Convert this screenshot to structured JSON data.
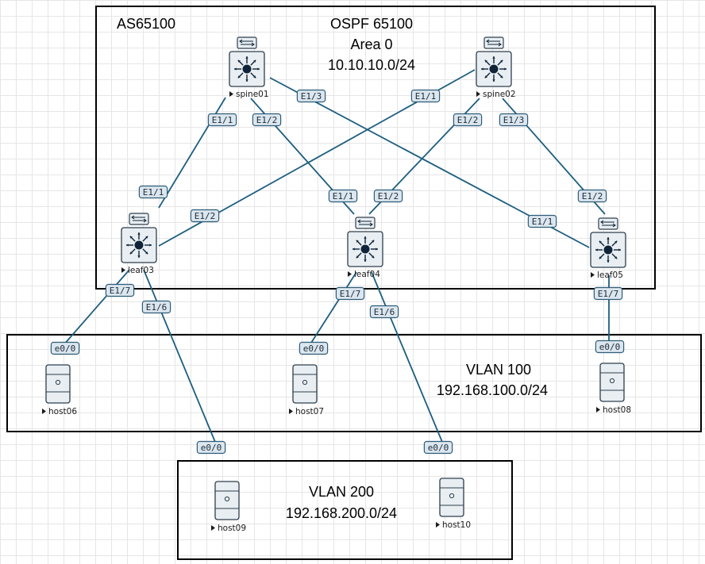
{
  "regions": {
    "top": {
      "asn": "AS65100",
      "ospf": "OSPF 65100",
      "area": "Area 0",
      "subnet": "10.10.10.0/24"
    },
    "vlan100": {
      "name": "VLAN 100",
      "subnet": "192.168.100.0/24"
    },
    "vlan200": {
      "name": "VLAN 200",
      "subnet": "192.168.200.0/24"
    }
  },
  "devices": {
    "spine01": "spine01",
    "spine02": "spine02",
    "leaf03": "leaf03",
    "leaf04": "leaf04",
    "leaf05": "leaf05",
    "host06": "host06",
    "host07": "host07",
    "host08": "host08",
    "host09": "host09",
    "host10": "host10"
  },
  "links": [
    {
      "a": "spine01",
      "b": "leaf03",
      "a_port": "E1/1",
      "b_port": "E1/1"
    },
    {
      "a": "spine01",
      "b": "leaf04",
      "a_port": "E1/2",
      "b_port": "E1/1"
    },
    {
      "a": "spine01",
      "b": "leaf05",
      "a_port": "E1/3",
      "b_port": "E1/1"
    },
    {
      "a": "spine02",
      "b": "leaf03",
      "a_port": "E1/1",
      "b_port": "E1/2"
    },
    {
      "a": "spine02",
      "b": "leaf04",
      "a_port": "E1/2",
      "b_port": "E1/2"
    },
    {
      "a": "spine02",
      "b": "leaf05",
      "a_port": "E1/3",
      "b_port": "E1/2"
    },
    {
      "a": "leaf03",
      "b": "host06",
      "a_port": "E1/7",
      "b_port": "e0/0"
    },
    {
      "a": "leaf03",
      "b": "host09",
      "a_port": "E1/6",
      "b_port": "e0/0"
    },
    {
      "a": "leaf04",
      "b": "host07",
      "a_port": "E1/7",
      "b_port": "e0/0"
    },
    {
      "a": "leaf04",
      "b": "host10",
      "a_port": "E1/6",
      "b_port": "e0/0"
    },
    {
      "a": "leaf05",
      "b": "host08",
      "a_port": "E1/7",
      "b_port": "e0/0"
    }
  ],
  "colors": {
    "link": "#1d5e80",
    "port_fill": "#dbe6ee",
    "port_stroke": "#2e5c78",
    "device_fill": "#e8eef2",
    "device_stroke": "#2e3e4c",
    "device_icon": "#0f2438",
    "border": "#000000"
  }
}
